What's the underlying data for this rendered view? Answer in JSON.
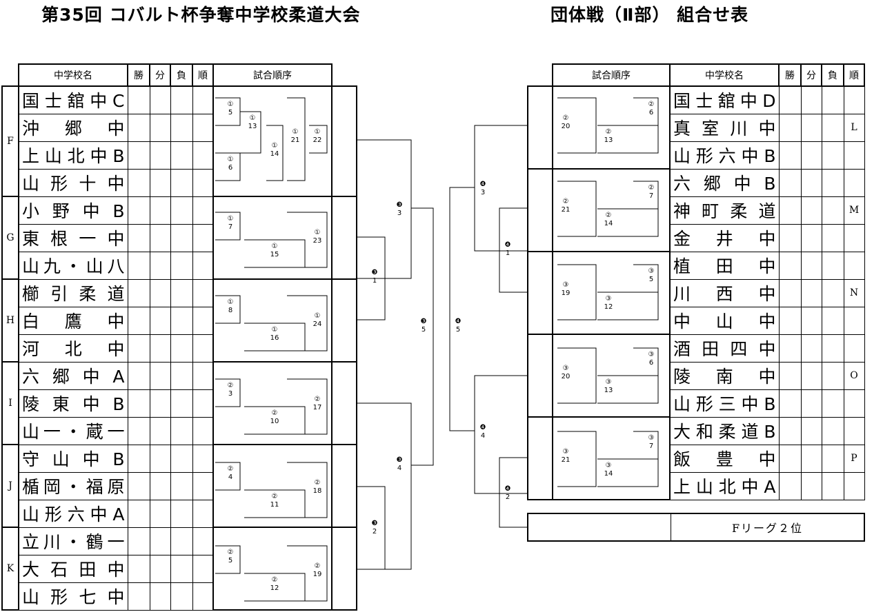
{
  "title_left": "第35回 コバルト杯争奪中学校柔道大会",
  "title_right": "団体戦（Ⅱ部） 組合せ表",
  "headers": {
    "school": "中学校名",
    "win": "勝",
    "draw": "分",
    "loss": "負",
    "rank": "順",
    "order": "試合順序"
  },
  "left_leagues": [
    {
      "name": "F",
      "schools": [
        "国士舘中C",
        "沖　郷　中",
        "上山北中B",
        "山形十中"
      ]
    },
    {
      "name": "G",
      "schools": [
        "小野中B",
        "東根一中",
        "山九・山八"
      ]
    },
    {
      "name": "H",
      "schools": [
        "櫛引柔道",
        "白　鷹　中",
        "河　北　中"
      ]
    },
    {
      "name": "I",
      "schools": [
        "六郷中A",
        "陵東中B",
        "山一・蔵一"
      ]
    },
    {
      "name": "J",
      "schools": [
        "守山中B",
        "楯岡・福原",
        "山形六中A"
      ]
    },
    {
      "name": "K",
      "schools": [
        "立川・鶴一",
        "大石田中",
        "山形七中"
      ]
    }
  ],
  "right_leagues": [
    {
      "name": "L",
      "schools": [
        "国士舘中D",
        "真室川中",
        "山形六中B"
      ]
    },
    {
      "name": "M",
      "schools": [
        "六郷中B",
        "神町柔道",
        "金　井　中"
      ]
    },
    {
      "name": "N",
      "schools": [
        "植　田　中",
        "川　西　中",
        "中　山　中"
      ]
    },
    {
      "name": "O",
      "schools": [
        "酒田四中",
        "陵　南　中",
        "山形三中B"
      ]
    },
    {
      "name": "P",
      "schools": [
        "大和柔道B",
        "飯　豊　中",
        "上山北中A"
      ]
    }
  ],
  "left_matches": {
    "F": [
      {
        "m": "①",
        "n": "5"
      },
      {
        "m": "①",
        "n": "13"
      },
      {
        "m": "①",
        "n": "21"
      },
      {
        "m": "①",
        "n": "22"
      },
      {
        "m": "①",
        "n": "6"
      },
      {
        "m": "①",
        "n": "14"
      }
    ],
    "G": [
      {
        "m": "①",
        "n": "7"
      },
      {
        "m": "①",
        "n": "15"
      },
      {
        "m": "①",
        "n": "23"
      }
    ],
    "H": [
      {
        "m": "①",
        "n": "8"
      },
      {
        "m": "①",
        "n": "16"
      },
      {
        "m": "①",
        "n": "24"
      }
    ],
    "I": [
      {
        "m": "②",
        "n": "3"
      },
      {
        "m": "②",
        "n": "10"
      },
      {
        "m": "②",
        "n": "17"
      }
    ],
    "J": [
      {
        "m": "②",
        "n": "4"
      },
      {
        "m": "②",
        "n": "11"
      },
      {
        "m": "②",
        "n": "18"
      }
    ],
    "K": [
      {
        "m": "②",
        "n": "5"
      },
      {
        "m": "②",
        "n": "12"
      },
      {
        "m": "②",
        "n": "19"
      }
    ]
  },
  "right_matches": {
    "L": [
      {
        "m": "②",
        "n": "20"
      },
      {
        "m": "②",
        "n": "13"
      },
      {
        "m": "②",
        "n": "6"
      }
    ],
    "M": [
      {
        "m": "②",
        "n": "21"
      },
      {
        "m": "②",
        "n": "14"
      },
      {
        "m": "②",
        "n": "7"
      }
    ],
    "N": [
      {
        "m": "③",
        "n": "19"
      },
      {
        "m": "③",
        "n": "12"
      },
      {
        "m": "③",
        "n": "5"
      }
    ],
    "O": [
      {
        "m": "③",
        "n": "20"
      },
      {
        "m": "③",
        "n": "13"
      },
      {
        "m": "③",
        "n": "6"
      }
    ],
    "P": [
      {
        "m": "③",
        "n": "21"
      },
      {
        "m": "③",
        "n": "14"
      },
      {
        "m": "③",
        "n": "7"
      }
    ]
  },
  "tournament": [
    {
      "m": "❸",
      "n": "3"
    },
    {
      "m": "❸",
      "n": "1"
    },
    {
      "m": "❸",
      "n": "4"
    },
    {
      "m": "❸",
      "n": "2"
    },
    {
      "m": "❸",
      "n": "5"
    },
    {
      "m": "❹",
      "n": "5"
    },
    {
      "m": "❹",
      "n": "3"
    },
    {
      "m": "❹",
      "n": "1"
    },
    {
      "m": "❹",
      "n": "4"
    },
    {
      "m": "❹",
      "n": "2"
    }
  ],
  "bottom_note": "Fリーグ２位"
}
